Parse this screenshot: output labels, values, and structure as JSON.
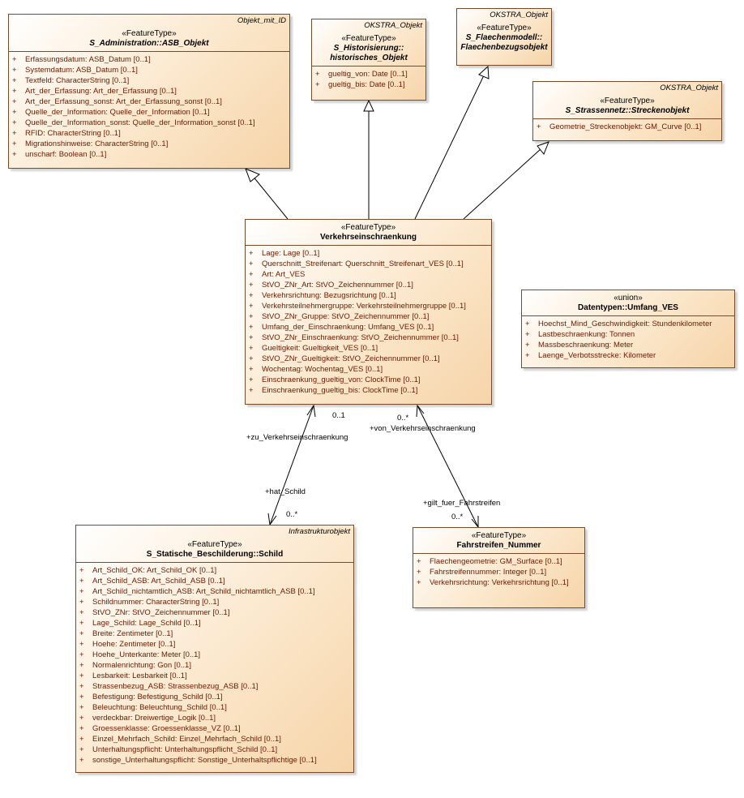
{
  "classes": {
    "asb_objekt": {
      "parent": "Objekt_mit_ID",
      "stereotype": "«FeatureType»",
      "name": "S_Administration::ASB_Objekt",
      "attributes": [
        "Erfassungsdatum: ASB_Datum [0..1]",
        "Systemdatum: ASB_Datum [0..1]",
        "Textfeld: CharacterString [0..1]",
        "Art_der_Erfassung: Art_der_Erfassung [0..1]",
        "Art_der_Erfassung_sonst: Art_der_Erfassung_sonst [0..1]",
        "Quelle_der_Information: Quelle_der_Information [0..1]",
        "Quelle_der_Information_sonst: Quelle_der_Information_sonst [0..1]",
        "RFID: CharacterString [0..1]",
        "Migrationshinweise: CharacterString [0..1]",
        "unscharf: Boolean [0..1]"
      ]
    },
    "historisches_objekt": {
      "parent": "OKSTRA_Objekt",
      "stereotype": "«FeatureType»",
      "name_lines": [
        "S_Historisierung::",
        "historisches_Objekt"
      ],
      "attributes": [
        "gueltig_von: Date [0..1]",
        "gueltig_bis: Date [0..1]"
      ]
    },
    "flaechenbezugsobjekt": {
      "parent": "OKSTRA_Objekt",
      "stereotype": "«FeatureType»",
      "name_lines": [
        "S_Flaechenmodell::",
        "Flaechenbezugsobjekt"
      ]
    },
    "streckenobjekt": {
      "parent": "OKSTRA_Objekt",
      "stereotype": "«FeatureType»",
      "name": "S_Strassennetz::Streckenobjekt",
      "attributes": [
        "Geometrie_Streckenobjekt: GM_Curve [0..1]"
      ]
    },
    "verkehrseinschraenkung": {
      "stereotype": "«FeatureType»",
      "name": "Verkehrseinschraenkung",
      "attributes": [
        "Lage: Lage [0..1]",
        "Querschnitt_Streifenart: Querschnitt_Streifenart_VES [0..1]",
        "Art: Art_VES",
        "StVO_ZNr_Art: StVO_Zeichennummer [0..1]",
        "Verkehrsrichtung: Bezugsrichtung [0..1]",
        "Verkehrsteilnehmergruppe: Verkehrsteilnehmergruppe [0..1]",
        "StVO_ZNr_Gruppe: StVO_Zeichennummer [0..1]",
        "Umfang_der_Einschraenkung: Umfang_VES [0..1]",
        "StVO_ZNr_Einschraenkung: StVO_Zeichennummer [0..1]",
        "Gueltigkeit: Gueltigkeit_VES [0..1]",
        "StVO_ZNr_Gueltigkeit: StVO_Zeichennummer [0..1]",
        "Wochentag: Wochentag_VES [0..1]",
        "Einschraenkung_gueltig_von: ClockTime [0..1]",
        "Einschraenkung_gueltig_bis: ClockTime [0..1]"
      ]
    },
    "umfang_ves": {
      "stereotype": "«union»",
      "name": "Datentypen::Umfang_VES",
      "attributes": [
        "Hoechst_Mind_Geschwindigkeit: Stundenkilometer",
        "Lastbeschraenkung: Tonnen",
        "Massbeschraenkung: Meter",
        "Laenge_Verbotsstrecke: Kilometer"
      ]
    },
    "schild": {
      "parent": "Infrastrukturobjekt",
      "stereotype": "«FeatureType»",
      "name": "S_Statische_Beschilderung::Schild",
      "attributes": [
        "Art_Schild_OK: Art_Schild_OK [0..1]",
        "Art_Schild_ASB: Art_Schild_ASB [0..1]",
        "Art_Schild_nichtamtlich_ASB: Art_Schild_nichtamtlich_ASB [0..1]",
        "Schildnummer: CharacterString [0..1]",
        "StVO_ZNr: StVO_Zeichennummer [0..1]",
        "Lage_Schild: Lage_Schild [0..1]",
        "Breite: Zentimeter [0..1]",
        "Hoehe: Zentimeter [0..1]",
        "Hoehe_Unterkante: Meter [0..1]",
        "Normalenrichtung: Gon [0..1]",
        "Lesbarkeit: Lesbarkeit [0..1]",
        "Strassenbezug_ASB: Strassenbezug_ASB [0..1]",
        "Befestigung: Befestigung_Schild [0..1]",
        "Beleuchtung: Beleuchtung_Schild [0..1]",
        "verdeckbar: Dreiwertige_Logik [0..1]",
        "Groessenklasse: Groessenklasse_VZ [0..1]",
        "Einzel_Mehrfach_Schild: Einzel_Mehrfach_Schild [0..1]",
        "Unterhaltungspflicht: Unterhaltungspflicht_Schild [0..1]",
        "sonstige_Unterhaltungspflicht: Sonstige_Unterhaltspflichtige [0..1]"
      ]
    },
    "fahrstreifen_nummer": {
      "stereotype": "«FeatureType»",
      "name": "Fahrstreifen_Nummer",
      "attributes": [
        "Flaechengeometrie: GM_Surface [0..1]",
        "Fahrstreifennummer: Integer [0..1]",
        "Verkehrsrichtung: Verkehrsrichtung [0..1]"
      ]
    }
  },
  "associations": {
    "schild_link": {
      "role_near_ves": "+zu_Verkehrseinschraenkung",
      "mult_near_ves": "0..1",
      "role_near_schild": "+hat_Schild",
      "mult_near_schild": "0..*"
    },
    "fahrstreifen_link": {
      "role_near_ves": "+von_Verkehrseinschraenkung",
      "mult_near_ves": "0..*",
      "role_near_fahrstreifen": "+gilt_fuer_Fahrstreifen",
      "mult_near_fahrstreifen": "0..*"
    }
  },
  "colors": {
    "border": "#7a4b2a",
    "attribute_text": "#6b1a00",
    "fill_light": "#ffffff",
    "fill_dark": "#f6d4a8"
  }
}
